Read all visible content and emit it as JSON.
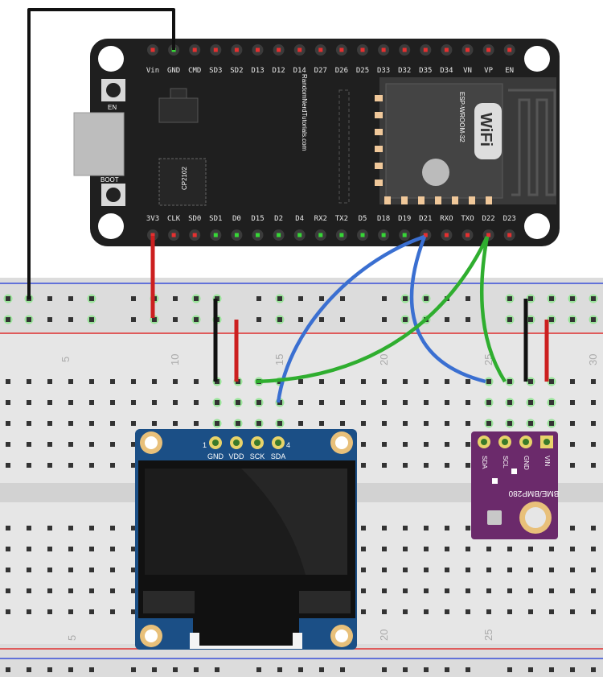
{
  "esp32": {
    "top_pins": [
      "Vin",
      "GND",
      "CMD",
      "SD3",
      "SD2",
      "D13",
      "D12",
      "D14",
      "D27",
      "D26",
      "D25",
      "D33",
      "D32",
      "D35",
      "D34",
      "VN",
      "VP",
      "EN"
    ],
    "bottom_pins": [
      "3V3",
      "CLK",
      "SD0",
      "SD1",
      "D0",
      "D15",
      "D2",
      "D4",
      "RX2",
      "TX2",
      "D5",
      "D18",
      "D19",
      "D21",
      "RXO",
      "TXO",
      "D22",
      "D23"
    ],
    "en_label": "EN",
    "boot_label": "BOOT",
    "chip_label": "CP2102",
    "maker_label": "RandomNerdTutorials.com",
    "module_label": "ESP-WROOM-32",
    "wifi_label": "WiFi"
  },
  "breadboard": {
    "top_numbers": [
      "5",
      "10",
      "15",
      "20",
      "25",
      "30"
    ],
    "bottom_numbers": [
      "5",
      "20",
      "25"
    ]
  },
  "oled": {
    "pin_start": "1",
    "pin_end": "4",
    "pins": [
      "GND",
      "VDD",
      "SCK",
      "SDA"
    ]
  },
  "bme280": {
    "pins": [
      "SDA",
      "SCL",
      "GND",
      "VIN"
    ],
    "label": "BME/BMP280"
  },
  "colors": {
    "board": "#1f1f1f",
    "pcb_oled": "#1b4f86",
    "pcb_bme": "#6b2a6b",
    "wire_black": "#111111",
    "wire_red": "#cc1f1f",
    "wire_blue": "#3a6fd1",
    "wire_green": "#2fae2f",
    "rail_red": "#e03030",
    "rail_blue": "#3a4fd8"
  }
}
